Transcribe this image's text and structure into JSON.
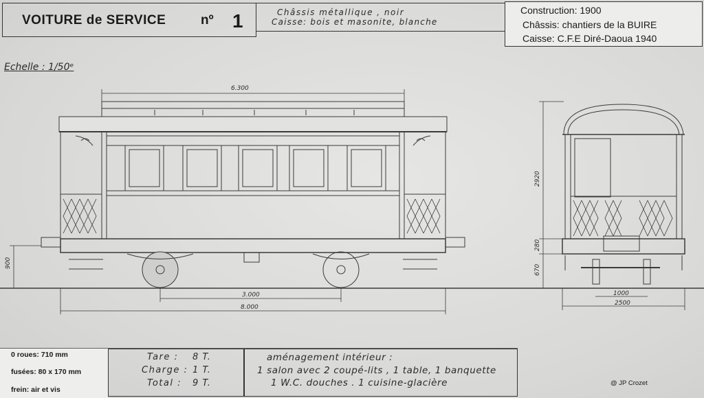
{
  "header": {
    "title": "VOITURE de SERVICE",
    "number_prefix": "nº",
    "number": "1",
    "chassis_line1": "Châssis métallique , noir",
    "chassis_line2": "Caisse: bois et masonite, blanche"
  },
  "info": {
    "construction": "Construction: 1900",
    "chassis": "Châssis: chantiers de la BUIRE",
    "caisse": "Caisse: C.F.E Diré-Daoua 1940"
  },
  "scale": "Echelle : 1/50ᵉ",
  "dimensions": {
    "roof_length": "6.300",
    "wheelbase": "3.000",
    "total_length": "8.000",
    "floor_height": "900",
    "height_total": "2920",
    "height_chassis": "280",
    "height_wheel": "670",
    "gauge": "1000",
    "width": "2500"
  },
  "specs": {
    "roues": "0 roues:  710 mm",
    "fusees": "fusées: 80 x 170 mm",
    "frein": "frein:  air  et  vis"
  },
  "weights": {
    "tare_label": "Tare :",
    "tare_value": "8 T.",
    "charge_label": "Charge :",
    "charge_value": "1 T.",
    "total_label": "Total :",
    "total_value": "9 T."
  },
  "interior": {
    "heading": "aménagement intérieur :",
    "line1": "1 salon avec 2 coupé-lits , 1 table, 1 banquette",
    "line2": "1 W.C. douches .  1 cuisine-glacière"
  },
  "copyright": "@ JP Crozet"
}
